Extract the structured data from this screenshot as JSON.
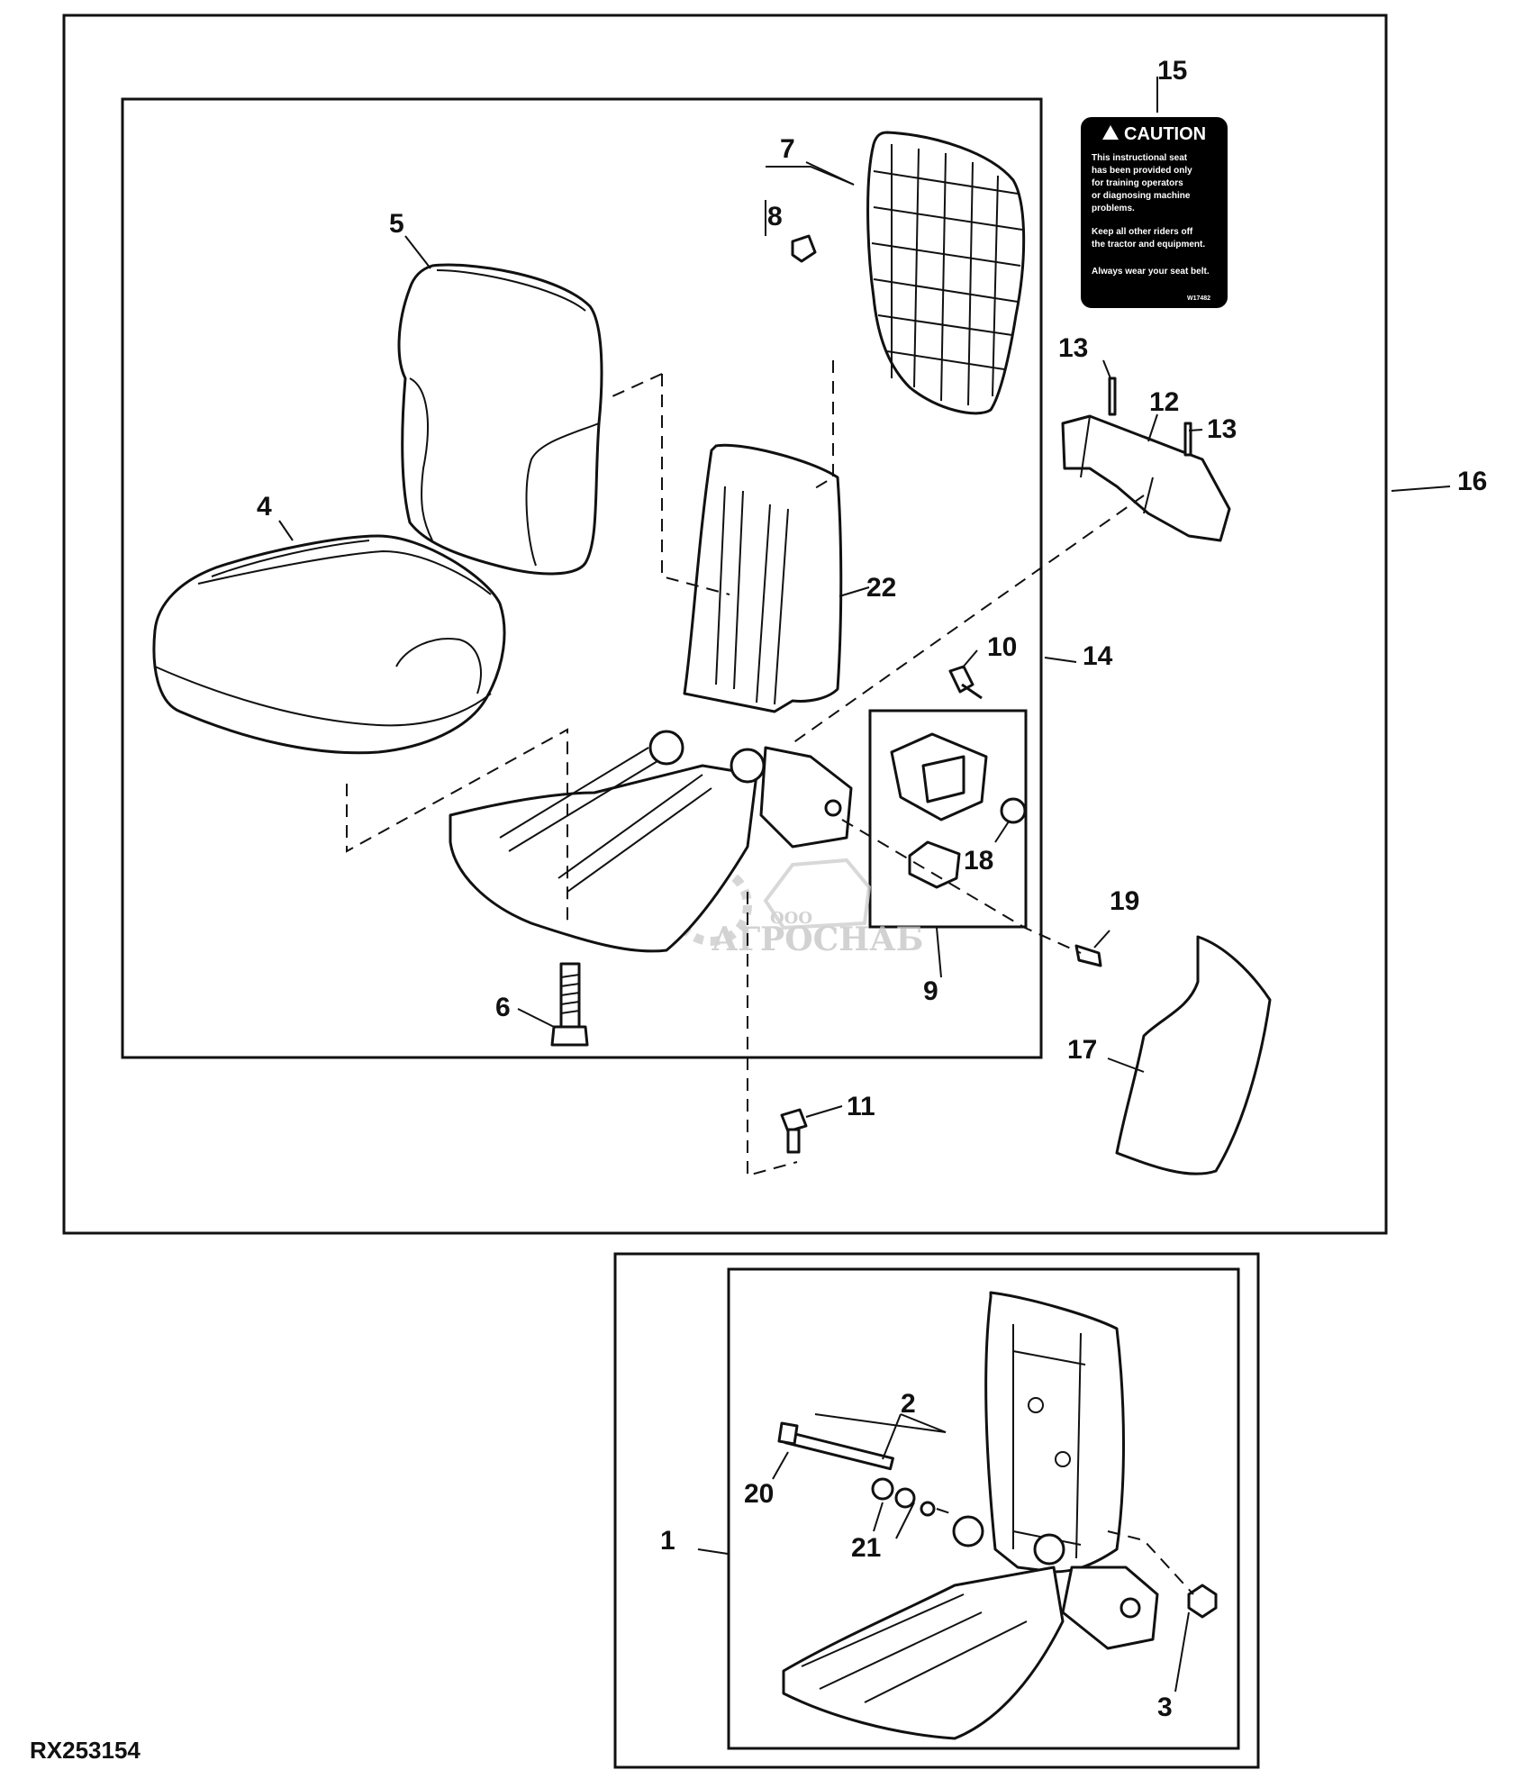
{
  "figure_id": "RX253154",
  "callouts": [
    "1",
    "2",
    "3",
    "4",
    "5",
    "6",
    "7",
    "8",
    "9",
    "10",
    "11",
    "12",
    "13",
    "14",
    "15",
    "16",
    "17",
    "18",
    "19",
    "20",
    "21",
    "22"
  ],
  "caution_label": {
    "header": "CAUTION",
    "line1": "This instructional seat",
    "line2": "has been provided only",
    "line3": "for training operators",
    "line4": "or diagnosing machine",
    "line5": "problems.",
    "line6": "Keep all other riders off",
    "line7": "the tractor and equipment.",
    "line8": "Always wear your seat belt.",
    "part_code": "W17482"
  },
  "watermark": {
    "small": "ООО",
    "brand": "АГРОСНАБ"
  }
}
